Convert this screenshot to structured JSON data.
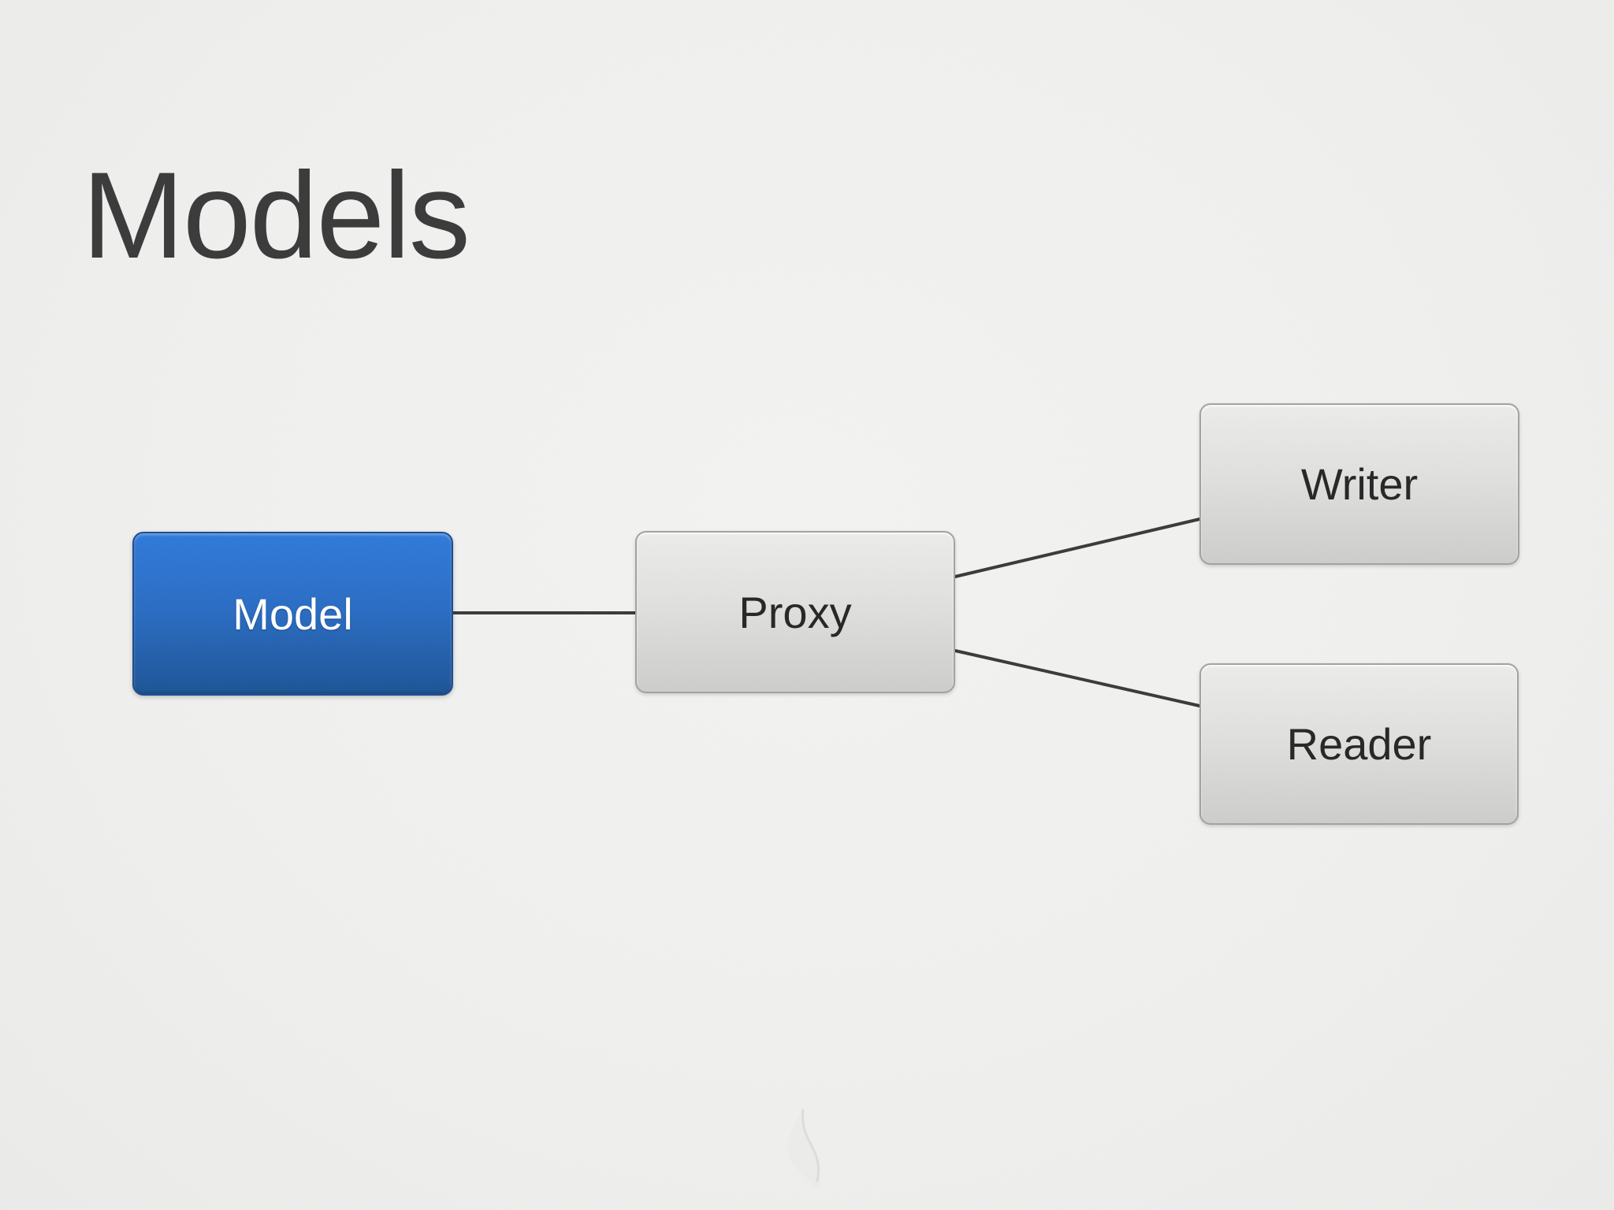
{
  "slide": {
    "title": "Models"
  },
  "theme": {
    "background": "#f0f0ef",
    "title_color": "#3a3a3a",
    "accent_blue_top": "#2f7ada",
    "accent_blue_bottom": "#1c5496",
    "node_gray_top": "#ececeb",
    "node_gray_bottom": "#cdcdcc",
    "connector_color": "#3a3a3a",
    "node_text_dark": "#262626",
    "node_text_light": "#ffffff"
  },
  "diagram": {
    "nodes": [
      {
        "id": "model",
        "label": "Model",
        "variant": "primary"
      },
      {
        "id": "proxy",
        "label": "Proxy",
        "variant": "default"
      },
      {
        "id": "writer",
        "label": "Writer",
        "variant": "default"
      },
      {
        "id": "reader",
        "label": "Reader",
        "variant": "default"
      }
    ],
    "edges": [
      {
        "from": "model",
        "to": "proxy"
      },
      {
        "from": "proxy",
        "to": "writer"
      },
      {
        "from": "proxy",
        "to": "reader"
      }
    ]
  }
}
